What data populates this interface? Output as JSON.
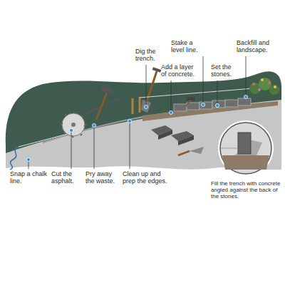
{
  "diagram": {
    "labels": [
      "Dig the trench.",
      "Stake a level line.",
      "Add a layer of concrete.",
      "Set the stones.",
      "Backfill and landscape.",
      "Snap a chalk line.",
      "Cut the asphalt.",
      "Pry away the waste.",
      "Clean up and prep the edges.",
      "Fill the trench with concrete angled against the back of the stones."
    ]
  }
}
